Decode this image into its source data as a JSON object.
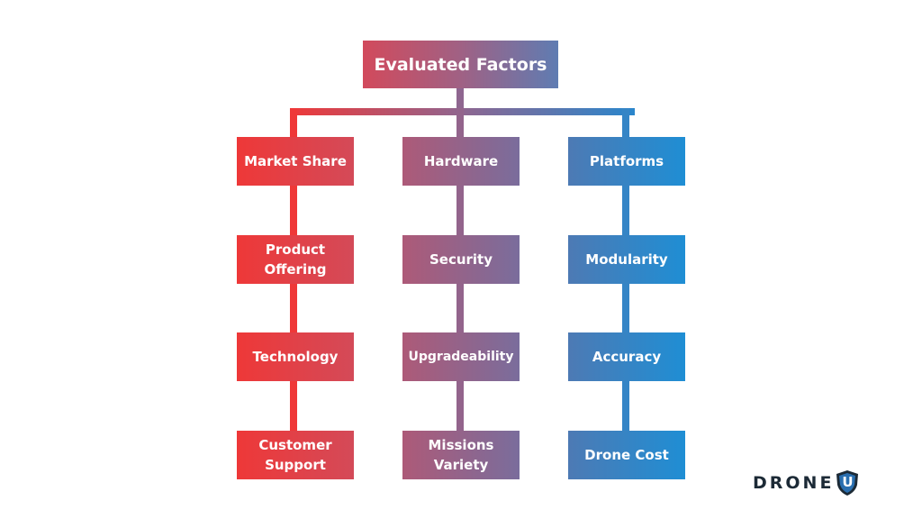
{
  "diagram": {
    "root": {
      "label": "Evaluated Factors"
    },
    "columns": [
      {
        "header": "Market Share",
        "items": [
          "Product Offering",
          "Technology",
          "Customer Support"
        ],
        "color": "#ef3838"
      },
      {
        "header": "Hardware",
        "items": [
          "Security",
          "Upgradeability",
          "Missions Variety"
        ],
        "color": "#9b5e84"
      },
      {
        "header": "Platforms",
        "items": [
          "Modularity",
          "Accuracy",
          "Drone Cost"
        ],
        "color": "#2a86cc"
      }
    ]
  },
  "logo": {
    "text": "DRONE",
    "badge": "U"
  },
  "colors": {
    "red": "#ef3838",
    "purple": "#8a6692",
    "blue": "#1f8ed4",
    "logo_dark": "#1c2a36"
  }
}
